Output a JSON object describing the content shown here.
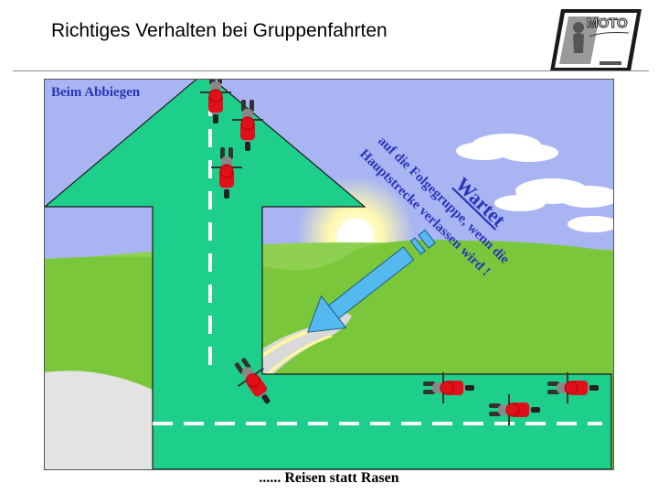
{
  "header": {
    "title": "Richtiges Verhalten bei Gruppenfahrten",
    "logo_text": "MOTO"
  },
  "scene": {
    "corner_label": "Beim Abbiegen",
    "note_heading": "Wartet",
    "note_line1": "auf die Folgegruppe, wenn die",
    "note_line2": "Hauptstrecke verlassen wird !"
  },
  "footer": {
    "slogan": "...... Reisen statt Rasen"
  },
  "colors": {
    "sky": "#a9b5f2",
    "grass": "#7ac73c",
    "road": "#1ecf8c",
    "arrow": "#53b9ee",
    "text_blue": "#2a35b8",
    "bike_red": "#e0101a"
  },
  "icons": [
    "motorcycle-icon",
    "turn-arrow-icon",
    "direction-arrow-icon",
    "sun-icon",
    "cloud-icon",
    "logo-icon"
  ]
}
